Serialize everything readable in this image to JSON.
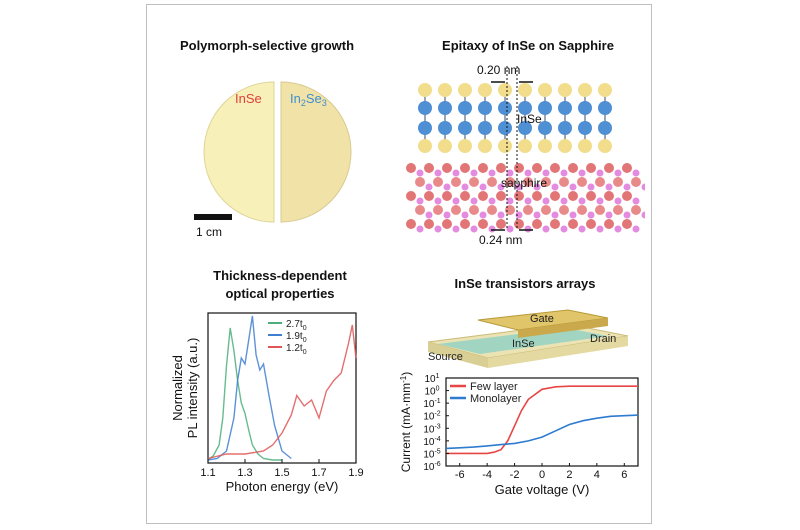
{
  "panels": {
    "growth": {
      "title": "Polymorph-selective growth",
      "left_label": "InSe",
      "right_label_main": "In",
      "right_label_sub1": "2",
      "right_label_mid": "Se",
      "right_label_sub2": "3",
      "scale_label": "1 cm",
      "left_color": "#f7f0b8",
      "right_color": "#f1e2a8",
      "left_label_color": "#e0403a",
      "right_label_color": "#3d8fd1"
    },
    "epitaxy": {
      "title": "Epitaxy of InSe on Sapphire",
      "top_spacing": "0.20 nm",
      "layer_label": "InSe",
      "substrate_label": "sapphire",
      "bottom_spacing": "0.24 nm"
    },
    "optical": {
      "title_line1": "Thickness-dependent",
      "title_line2": "optical properties"
    },
    "transistor": {
      "title": "InSe transistors arrays",
      "gate": "Gate",
      "source": "Source",
      "channel": "InSe",
      "drain": "Drain"
    }
  },
  "chart_data": [
    {
      "type": "line",
      "xlabel": "Photon energy (eV)",
      "ylabel_line1": "Normalized",
      "ylabel_line2": "PL intensity (a.u.)",
      "xlim": [
        1.1,
        1.9
      ],
      "ylim": [
        0,
        1
      ],
      "x_ticks": [
        "1.1",
        "1.3",
        "1.5",
        "1.7",
        "1.9"
      ],
      "legend_position": "top-center",
      "series": [
        {
          "name_main": "2.7t",
          "name_sub": "0",
          "color": "#4caf7a",
          "x": [
            1.1,
            1.13,
            1.16,
            1.18,
            1.2,
            1.22,
            1.24,
            1.26,
            1.28,
            1.3,
            1.32,
            1.34,
            1.37,
            1.4,
            1.45,
            1.5
          ],
          "y": [
            0.02,
            0.05,
            0.12,
            0.3,
            0.65,
            0.9,
            0.75,
            0.55,
            0.4,
            0.33,
            0.22,
            0.12,
            0.06,
            0.03,
            0.02,
            0.02
          ]
        },
        {
          "name_main": "1.9t",
          "name_sub": "0",
          "color": "#3f7fd0",
          "x": [
            1.1,
            1.15,
            1.2,
            1.24,
            1.26,
            1.28,
            1.3,
            1.32,
            1.34,
            1.36,
            1.38,
            1.4,
            1.43,
            1.46,
            1.5,
            1.55
          ],
          "y": [
            0.02,
            0.03,
            0.08,
            0.3,
            0.55,
            0.7,
            0.66,
            0.82,
            0.98,
            0.72,
            0.62,
            0.66,
            0.45,
            0.25,
            0.08,
            0.03
          ]
        },
        {
          "name_main": "1.2t",
          "name_sub": "0",
          "color": "#e05555",
          "x": [
            1.1,
            1.2,
            1.3,
            1.4,
            1.45,
            1.5,
            1.55,
            1.58,
            1.62,
            1.66,
            1.7,
            1.74,
            1.78,
            1.82,
            1.86,
            1.88,
            1.9
          ],
          "y": [
            0.03,
            0.06,
            0.06,
            0.08,
            0.12,
            0.2,
            0.32,
            0.45,
            0.38,
            0.42,
            0.3,
            0.48,
            0.55,
            0.6,
            0.8,
            0.92,
            0.7
          ]
        }
      ]
    },
    {
      "type": "line",
      "xlabel": "Gate voltage (V)",
      "ylabel": "Current (mA·mm",
      "ylabel_sup": "-1",
      "ylabel_end": ")",
      "xlim": [
        -7,
        7
      ],
      "ylim_log10": [
        -6,
        1
      ],
      "x_ticks": [
        -6,
        -4,
        -2,
        0,
        2,
        4,
        6
      ],
      "y_ticks_exp": [
        1,
        0,
        -1,
        -2,
        -3,
        -4,
        -5,
        -6
      ],
      "legend_position": "top-left",
      "series": [
        {
          "name": "Few layer",
          "color": "#e84545",
          "x": [
            -7,
            -6,
            -5,
            -4,
            -3.5,
            -3,
            -2.5,
            -2,
            -1.5,
            -1,
            0,
            1,
            2,
            3,
            4,
            5,
            6,
            7
          ],
          "log_y": [
            -5.0,
            -5.0,
            -5.0,
            -5.0,
            -4.9,
            -4.7,
            -4.0,
            -2.8,
            -1.6,
            -0.7,
            0.1,
            0.3,
            0.35,
            0.35,
            0.35,
            0.35,
            0.35,
            0.35
          ]
        },
        {
          "name": "Monolayer",
          "color": "#2e7bd0",
          "x": [
            -7,
            -6,
            -5,
            -4,
            -3,
            -2,
            -1,
            0,
            1,
            2,
            3,
            4,
            5,
            6,
            7
          ],
          "log_y": [
            -4.6,
            -4.55,
            -4.5,
            -4.4,
            -4.3,
            -4.2,
            -4.0,
            -3.7,
            -3.2,
            -2.7,
            -2.4,
            -2.2,
            -2.05,
            -2.0,
            -1.95
          ]
        }
      ]
    }
  ]
}
